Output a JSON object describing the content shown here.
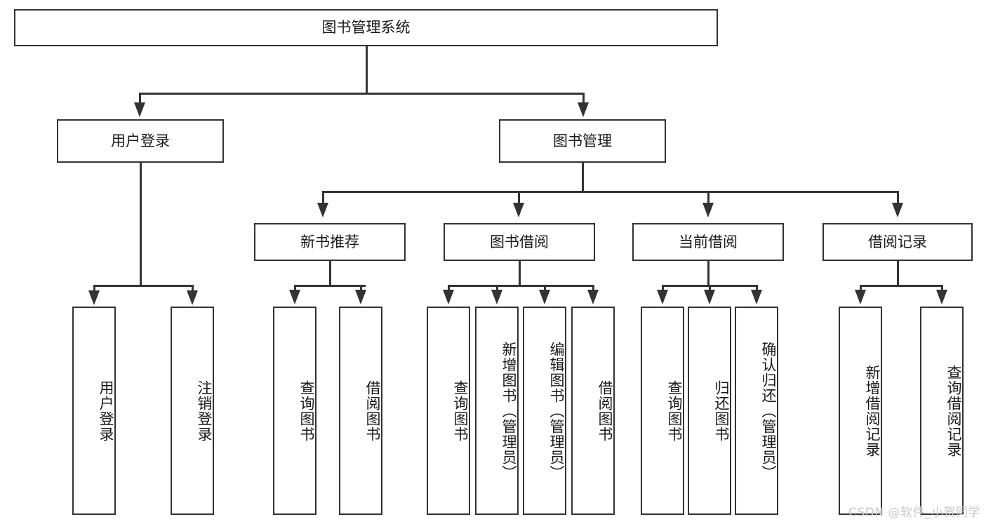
{
  "diagram": {
    "type": "tree-hierarchy",
    "title": "图书管理系统",
    "root": {
      "label": "图书管理系统"
    },
    "level2": [
      {
        "label": "用户登录"
      },
      {
        "label": "图书管理"
      }
    ],
    "level3": [
      {
        "label": "新书推荐",
        "parent": "图书管理"
      },
      {
        "label": "图书借阅",
        "parent": "图书管理"
      },
      {
        "label": "当前借阅",
        "parent": "图书管理"
      },
      {
        "label": "借阅记录",
        "parent": "图书管理"
      }
    ],
    "leaves": {
      "user_login": [
        {
          "label": "用户登录"
        },
        {
          "label": "注销登录"
        }
      ],
      "new_book_recommend": [
        {
          "label": "查询图书"
        },
        {
          "label": "借阅图书"
        }
      ],
      "book_borrow": [
        {
          "label": "查询图书"
        },
        {
          "label": "新增图书（管理员）"
        },
        {
          "label": "编辑图书（管理员）"
        },
        {
          "label": "借阅图书"
        }
      ],
      "current_borrow": [
        {
          "label": "查询图书"
        },
        {
          "label": "归还图书"
        },
        {
          "label": "确认归还（管理员）"
        }
      ],
      "borrow_record": [
        {
          "label": "新增借阅记录"
        },
        {
          "label": "查询借阅记录"
        }
      ]
    }
  },
  "watermark": {
    "text": "CSDN @软件_小贺同学"
  },
  "colors": {
    "stroke": "#333333",
    "fill": "#ffffff",
    "text": "#1a1a1a",
    "watermark": "#c9c9c9"
  }
}
